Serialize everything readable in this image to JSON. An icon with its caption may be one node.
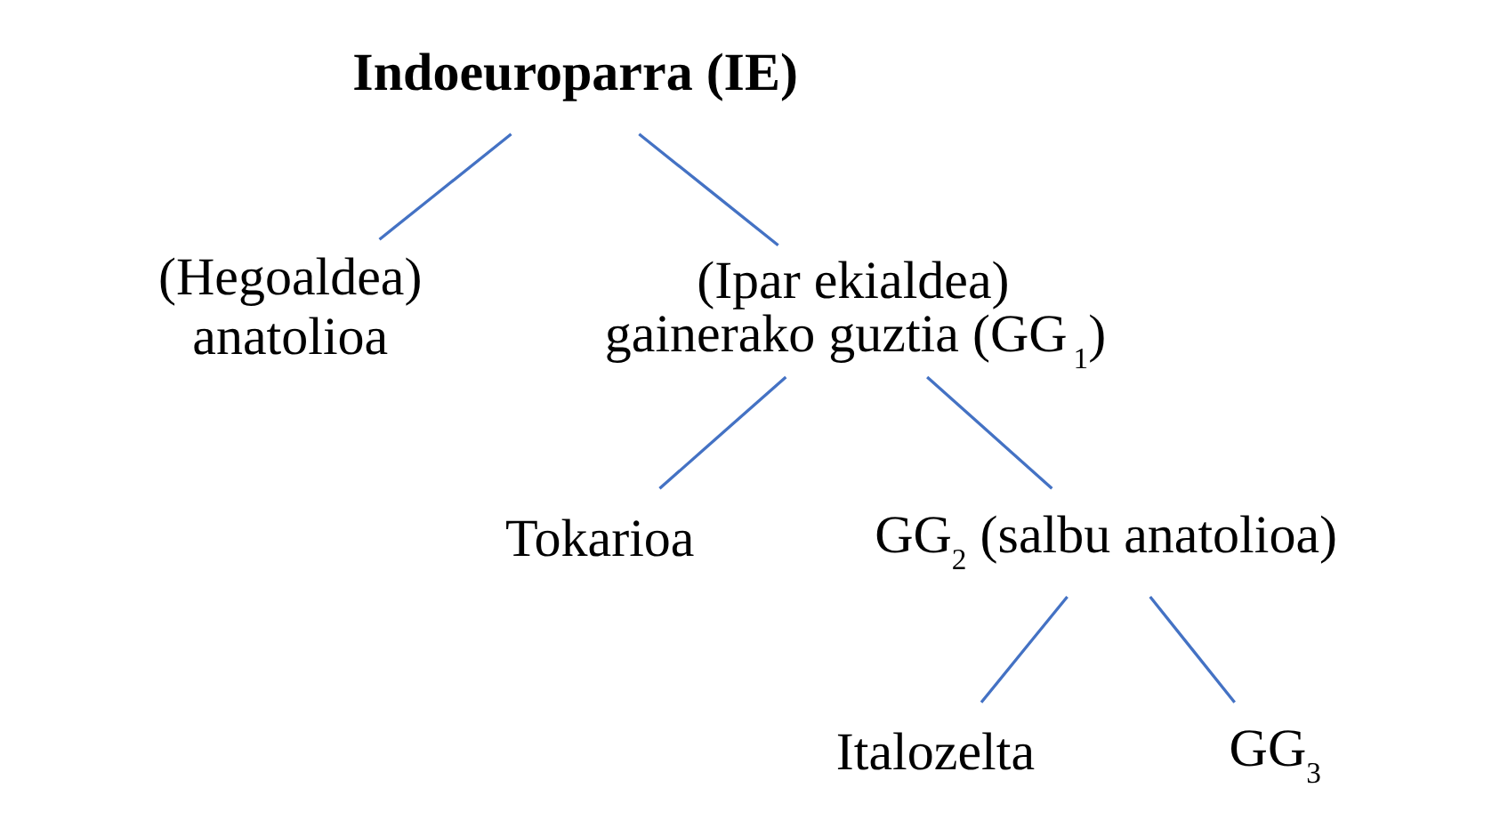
{
  "diagram": {
    "nodes": [
      {
        "text": [
          "Indoeuroparra (IE)"
        ]
      },
      {
        "text": [
          "(Hegoaldea)",
          "anatolioa"
        ]
      },
      {
        "text": [
          "(Ipar ekialdea)",
          "gainerako guztia (GG$_{1}$)"
        ]
      },
      {
        "text": [
          "Tokarioa"
        ]
      },
      {
        "text": [
          "GG$_{2}$ (salbu anatolioa)"
        ]
      },
      {
        "text": [
          "Italozelta"
        ]
      },
      {
        "text": [
          "GG$_{3}$"
        ]
      }
    ],
    "edges": [
      {
        "from": 0,
        "to": 1,
        "arrow": "none"
      },
      {
        "from": 0,
        "to": 2,
        "arrow": "none"
      },
      {
        "from": 2,
        "to": 3,
        "arrow": "none"
      },
      {
        "from": 2,
        "to": 4,
        "arrow": "none"
      },
      {
        "from": 4,
        "to": 5,
        "arrow": "none"
      },
      {
        "from": 4,
        "to": 6,
        "arrow": "none"
      }
    ]
  }
}
